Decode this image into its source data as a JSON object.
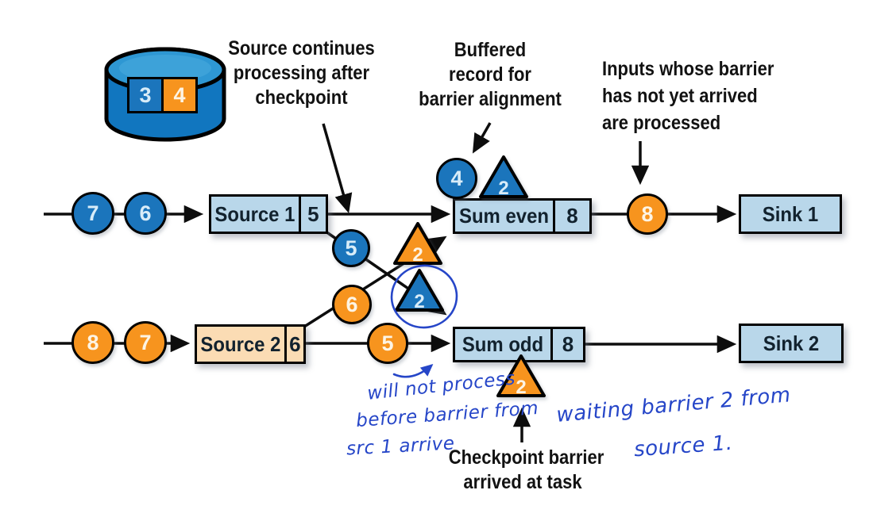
{
  "colors": {
    "blue": "#1b75bc",
    "orange": "#f7941e",
    "box_blue": "#b9d7ea",
    "box_peach": "#fbdcb4",
    "cylinder_top": "#2e97d3",
    "ink_blue": "#2646c8",
    "line_black": "#0d0d0d"
  },
  "database": {
    "slot1": "3",
    "slot2": "4"
  },
  "annotations": {
    "source_continues": {
      "l1": "Source continues",
      "l2": "processing after",
      "l3": "checkpoint"
    },
    "buffered": {
      "l1": "Buffered",
      "l2": "record for",
      "l3": "barrier alignment"
    },
    "inputs": {
      "l1": "Inputs whose barrier",
      "l2": "has not yet arrived",
      "l3": "are processed"
    },
    "checkpoint_arrived": {
      "l1": "Checkpoint barrier",
      "l2": "arrived at task"
    }
  },
  "handwriting": {
    "will_not": "will not process",
    "before_barrier": "before barrier from",
    "src_arrive": "src 1 arrive",
    "waiting": "waiting barrier 2 from",
    "source1": "source 1."
  },
  "top_stream": {
    "incoming": [
      {
        "label": "7"
      },
      {
        "label": "6"
      }
    ],
    "source_box": {
      "label": "Source 1",
      "buffer": "5"
    },
    "inflight_record": {
      "label": "5"
    },
    "barrier_to_even": {
      "label": "2"
    },
    "buffered_record": {
      "label": "4"
    },
    "buffered_barrier": {
      "label": "2"
    },
    "sum_box": {
      "label": "Sum even",
      "buffer": "8"
    },
    "processed_record": {
      "label": "8"
    },
    "sink_box": {
      "label": "Sink 1"
    }
  },
  "bottom_stream": {
    "incoming": [
      {
        "label": "8"
      },
      {
        "label": "7"
      }
    ],
    "source_box": {
      "label": "Source 2",
      "buffer": "6"
    },
    "inflight_record_6": {
      "label": "6"
    },
    "inflight_record_5": {
      "label": "5"
    },
    "barrier_to_odd": {
      "label": "2"
    },
    "arrived_barrier": {
      "label": "2"
    },
    "sum_box": {
      "label": "Sum odd",
      "buffer": "8"
    },
    "sink_box": {
      "label": "Sink 2"
    }
  }
}
